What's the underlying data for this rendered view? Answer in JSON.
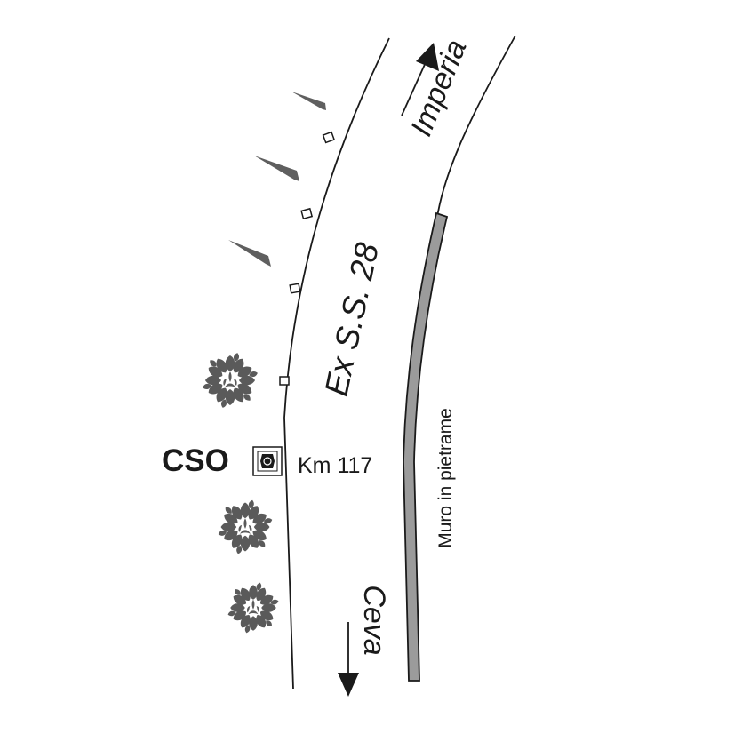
{
  "map": {
    "road_name": "Ex S.S. 28",
    "direction_up": "Imperia",
    "direction_down": "Ceva",
    "km_marker": "Km 117",
    "station_code": "CSO",
    "wall_label": "Muro in pietrame"
  },
  "colors": {
    "ink": "#1a1a1a",
    "wall_fill": "#9b9b9b",
    "tree_fill": "#5a5a5a",
    "sign_fill": "#5f5f5f"
  },
  "icons": [
    "tree-icon",
    "road-sign-icon",
    "marker-post-icon",
    "camera-icon",
    "arrow-up-icon",
    "arrow-down-icon"
  ]
}
